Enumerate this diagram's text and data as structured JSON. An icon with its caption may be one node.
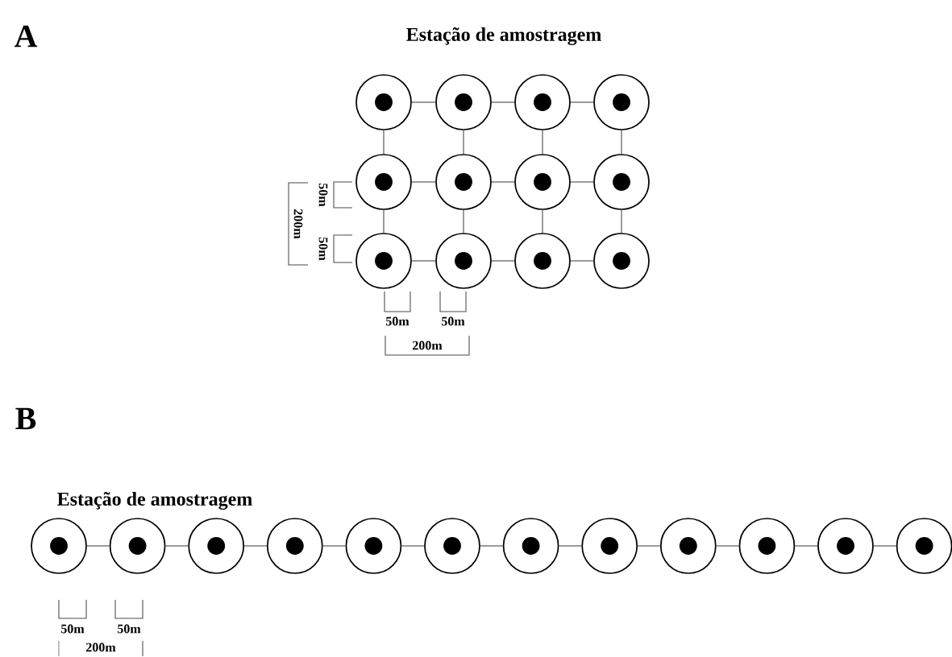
{
  "diagram": {
    "nodes": [
      {
        "text": [],
        "shape": "circle"
      },
      {
        "text": [],
        "shape": "circle"
      },
      {
        "text": [],
        "shape": "circle"
      },
      {
        "text": [],
        "shape": "circle"
      },
      {
        "text": [],
        "shape": "circle"
      },
      {
        "text": [],
        "shape": "circle"
      },
      {
        "text": [],
        "shape": "circle"
      },
      {
        "text": [],
        "shape": "circle"
      },
      {
        "text": [],
        "shape": "circle"
      },
      {
        "text": [],
        "shape": "circle"
      },
      {
        "text": [],
        "shape": "circle"
      },
      {
        "text": [],
        "shape": "circle"
      },
      {
        "text": [],
        "shape": "circle"
      },
      {
        "text": [],
        "shape": "circle"
      },
      {
        "text": [],
        "shape": "circle"
      },
      {
        "text": [],
        "shape": "circle"
      },
      {
        "text": [],
        "shape": "circle"
      },
      {
        "text": [],
        "shape": "circle"
      },
      {
        "text": [],
        "shape": "circle"
      },
      {
        "text": [],
        "shape": "circle"
      },
      {
        "text": [],
        "shape": "circle"
      },
      {
        "text": [],
        "shape": "circle"
      },
      {
        "text": [],
        "shape": "circle"
      },
      {
        "text": [],
        "shape": "circle"
      }
    ],
    "edges": [
      {
        "from": 0,
        "to": 1,
        "arrow": "none"
      },
      {
        "from": 1,
        "to": 2,
        "arrow": "none"
      },
      {
        "from": 2,
        "to": 3,
        "arrow": "none"
      },
      {
        "from": 4,
        "to": 5,
        "arrow": "none"
      },
      {
        "from": 5,
        "to": 6,
        "arrow": "none"
      },
      {
        "from": 6,
        "to": 7,
        "arrow": "none"
      },
      {
        "from": 8,
        "to": 9,
        "arrow": "none"
      },
      {
        "from": 9,
        "to": 10,
        "arrow": "none"
      },
      {
        "from": 10,
        "to": 11,
        "arrow": "none"
      },
      {
        "from": 0,
        "to": 4,
        "arrow": "none"
      },
      {
        "from": 4,
        "to": 8,
        "arrow": "none"
      },
      {
        "from": 1,
        "to": 5,
        "arrow": "none"
      },
      {
        "from": 5,
        "to": 9,
        "arrow": "none"
      },
      {
        "from": 2,
        "to": 6,
        "arrow": "none"
      },
      {
        "from": 6,
        "to": 10,
        "arrow": "none"
      },
      {
        "from": 3,
        "to": 7,
        "arrow": "none"
      },
      {
        "from": 7,
        "to": 11,
        "arrow": "none"
      },
      {
        "from": 12,
        "to": 13,
        "arrow": "none"
      },
      {
        "from": 13,
        "to": 14,
        "arrow": "none"
      },
      {
        "from": 14,
        "to": 15,
        "arrow": "none"
      },
      {
        "from": 15,
        "to": 16,
        "arrow": "none"
      },
      {
        "from": 16,
        "to": 17,
        "arrow": "none"
      },
      {
        "from": 17,
        "to": 18,
        "arrow": "none"
      },
      {
        "from": 18,
        "to": 19,
        "arrow": "none"
      },
      {
        "from": 19,
        "to": 20,
        "arrow": "none"
      },
      {
        "from": 20,
        "to": 21,
        "arrow": "none"
      },
      {
        "from": 21,
        "to": 22,
        "arrow": "none"
      },
      {
        "from": 22,
        "to": 23,
        "arrow": "none"
      }
    ],
    "labels": [
      "A",
      "Estação de amostragem",
      "50m",
      "200m",
      "50m",
      "50m",
      "50m",
      "200m",
      "B",
      "Estação de amostragem",
      "50m",
      "50m",
      "200m"
    ]
  }
}
